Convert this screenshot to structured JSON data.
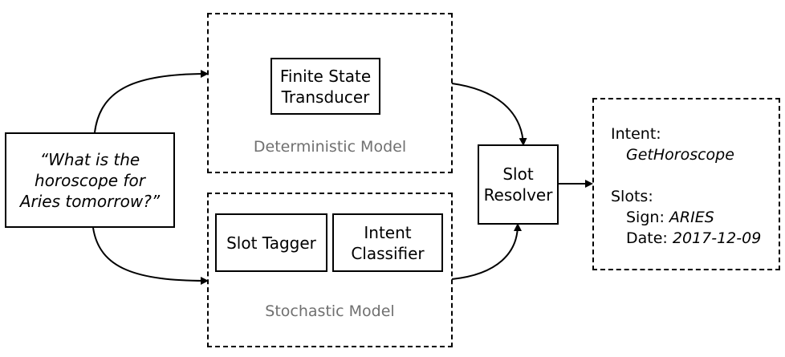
{
  "input": {
    "query": "“What is the horoscope for Aries tomorrow?”"
  },
  "deterministic": {
    "caption": "Deterministic Model",
    "fst_label": "Finite State Transducer"
  },
  "stochastic": {
    "caption": "Stochastic Model",
    "slot_tagger_label": "Slot Tagger",
    "intent_classifier_label": "Intent Classifier"
  },
  "resolver": {
    "label": "Slot Resolver"
  },
  "output": {
    "intent_label": "Intent:",
    "intent_value": "GetHoroscope",
    "slots_label": "Slots:",
    "sign_label": "Sign:",
    "sign_value": "ARIES",
    "date_label": "Date:",
    "date_value": "2017-12-09"
  }
}
